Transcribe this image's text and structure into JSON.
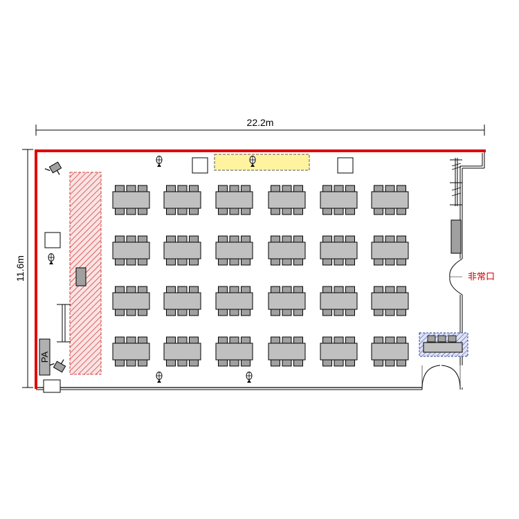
{
  "dimensions": {
    "width_label": "22.2m",
    "height_label": "11.6m"
  },
  "labels": {
    "emergency_exit": "非常口",
    "pa": "PA"
  },
  "colors": {
    "wall": "#000000",
    "wall_red": "#e00000",
    "exit_text": "#cc0000",
    "table_fill": "#c0c0c0",
    "chair_fill": "#a0a0a0",
    "stage_hatch": "#d04040",
    "yellow_zone": "#fff3a0",
    "blue_zone": "#3040a0"
  },
  "seating": {
    "rows": 4,
    "columns": 6,
    "chairs_per_side": 3
  },
  "icons": {
    "speaker": "speaker-icon",
    "microphone": "microphone-icon",
    "projector_screen": "screen-icon",
    "door": "door-icon"
  }
}
